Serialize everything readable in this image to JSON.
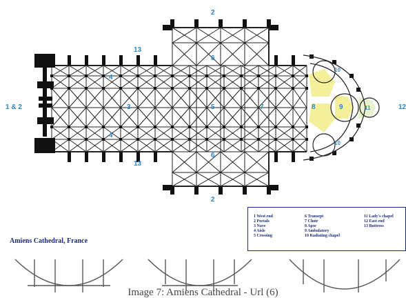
{
  "plan_labels": {
    "west_end": "1 & 2",
    "transept_north": "2",
    "transept_south": "2",
    "aisle_upper_label": "13",
    "aisle_lower_label": "13",
    "aisle_upper_num": "4",
    "aisle_lower_num": "4",
    "nave": "3",
    "crossing": "5",
    "transept_upper": "6",
    "transept_lower": "6",
    "choir": "7",
    "ambulatory": "8",
    "apse": "9",
    "chapel_upper": "10",
    "chapel_lower": "10",
    "ladys_chapel": "11",
    "east_end": "12"
  },
  "caption_title": "Amiens Cathedral, France",
  "legend": {
    "col1": [
      "1  West end",
      "2  Portals",
      "3  Nave",
      "4  Aisle",
      "5  Crossing"
    ],
    "col2": [
      "6  Transept",
      "7  Choir",
      "8  Apse",
      "9  Ambulatory",
      "10 Radiating chapel"
    ],
    "col3": [
      "11 Lady's chapel",
      "12 East end",
      "13 Buttress"
    ]
  },
  "image_caption": "Image 7: Amiens Cathedral - Url (6)",
  "colors": {
    "label_blue": "#2a86c8",
    "legend_navy": "#1a2a7a",
    "chapel_fill": "#f4ef9a"
  }
}
